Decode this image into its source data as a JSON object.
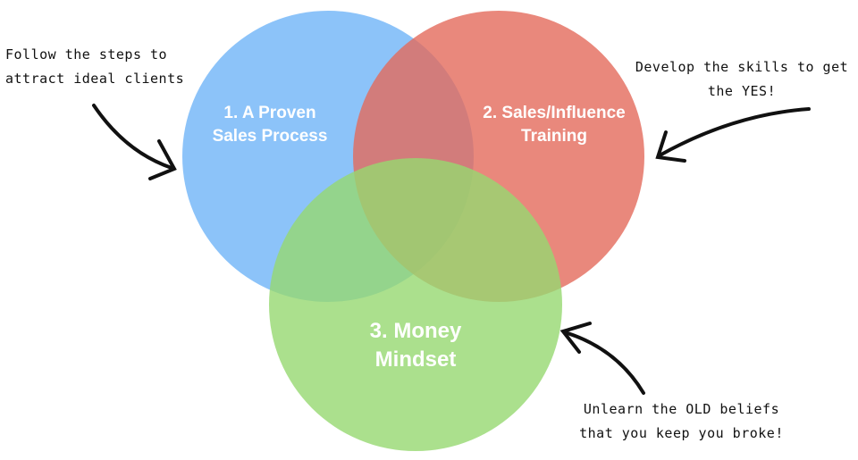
{
  "circles": [
    {
      "label_line1": "1. A Proven",
      "label_line2": "Sales Process",
      "color": "#6fb4f7"
    },
    {
      "label_line1": "2. Sales/Influence",
      "label_line2": "Training",
      "color": "#e46a5b"
    },
    {
      "label_line1": "3. Money",
      "label_line2": "Mindset",
      "color": "#96d871"
    }
  ],
  "notes": {
    "left_line1": "Follow the steps to",
    "left_line2": "attract ideal clients",
    "right_line1": "Develop the skills to get",
    "right_line2": "the YES!",
    "bottom_line1": "Unlearn the OLD beliefs",
    "bottom_line2": "that you keep you broke!"
  }
}
